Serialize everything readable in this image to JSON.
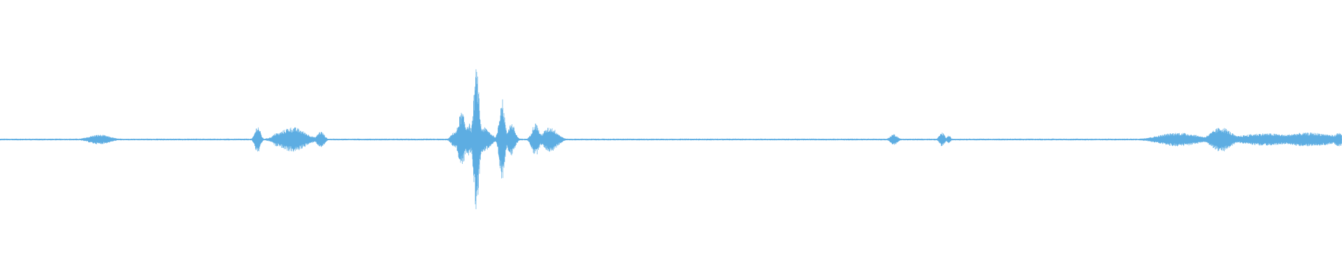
{
  "waveform": {
    "color": "#5DADE2",
    "background": "#FFFFFF",
    "bursts": [
      {
        "center": 0.074,
        "width": 0.012,
        "amp": 0.035
      },
      {
        "center": 0.192,
        "width": 0.003,
        "amp": 0.1
      },
      {
        "center": 0.206,
        "width": 0.004,
        "amp": 0.05
      },
      {
        "center": 0.218,
        "width": 0.014,
        "amp": 0.09
      },
      {
        "center": 0.239,
        "width": 0.004,
        "amp": 0.06
      },
      {
        "center": 0.339,
        "width": 0.004,
        "amp": 0.06
      },
      {
        "center": 0.344,
        "width": 0.004,
        "amp": 0.2
      },
      {
        "center": 0.349,
        "width": 0.004,
        "amp": 0.12
      },
      {
        "center": 0.355,
        "width": 0.003,
        "amp": 0.52
      },
      {
        "center": 0.36,
        "width": 0.008,
        "amp": 0.09
      },
      {
        "center": 0.374,
        "width": 0.003,
        "amp": 0.3
      },
      {
        "center": 0.381,
        "width": 0.004,
        "amp": 0.12
      },
      {
        "center": 0.399,
        "width": 0.004,
        "amp": 0.12
      },
      {
        "center": 0.41,
        "width": 0.008,
        "amp": 0.09
      },
      {
        "center": 0.666,
        "width": 0.004,
        "amp": 0.04
      },
      {
        "center": 0.702,
        "width": 0.003,
        "amp": 0.05
      },
      {
        "center": 0.707,
        "width": 0.002,
        "amp": 0.03
      },
      {
        "center": 0.878,
        "width": 0.022,
        "amp": 0.05
      },
      {
        "center": 0.91,
        "width": 0.011,
        "amp": 0.09
      },
      {
        "center": 0.943,
        "width": 0.03,
        "amp": 0.045
      },
      {
        "center": 0.975,
        "width": 0.03,
        "amp": 0.05
      },
      {
        "center": 0.998,
        "width": 0.006,
        "amp": 0.05
      }
    ],
    "noise_floor": 0.006
  }
}
